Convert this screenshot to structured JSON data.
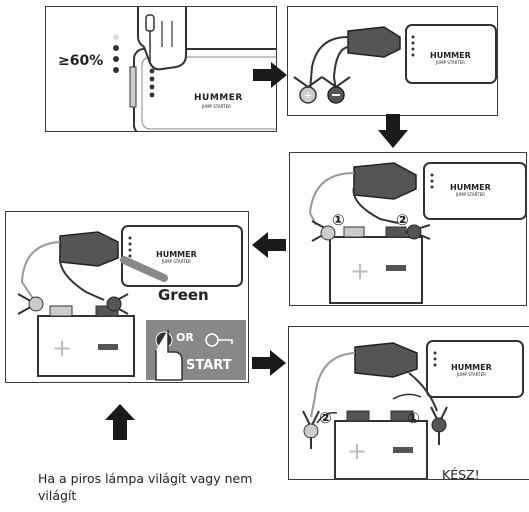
{
  "panels": {
    "p1": {
      "charge_threshold": "≥60%",
      "brand": "HUMMER",
      "brand_sub": "JUMP STARTER"
    },
    "p2": {
      "brand": "HUMMER",
      "brand_sub": "JUMP STARTER"
    },
    "p3": {
      "brand": "HUMMER",
      "brand_sub": "JUMP STARTER",
      "step1": "①",
      "step2": "②"
    },
    "p4": {
      "brand": "HUMMER",
      "brand_sub": "JUMP STARTER",
      "indicator_color": "Green",
      "or_label": "OR",
      "start_label": "START"
    },
    "p5": {
      "brand": "HUMMER",
      "brand_sub": "JUMP STARTER",
      "step1": "①",
      "step2": "②"
    }
  },
  "captions": {
    "red_light": "Ha a piros lámpa világít vagy nem világít",
    "done": "KÉSZ!"
  },
  "colors": {
    "line": "#333333",
    "grey_fill": "#bdbdbd",
    "dark_fill": "#555555",
    "terminal_minus": "#555555",
    "terminal_plus": "#d0d0d0"
  }
}
